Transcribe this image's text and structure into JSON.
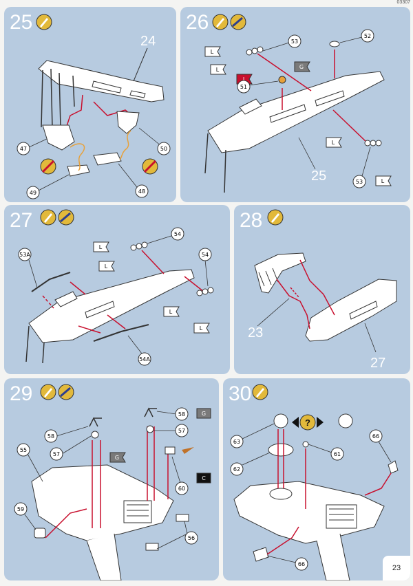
{
  "page": {
    "code": "03307",
    "number": "23"
  },
  "panels": [
    {
      "step": "25",
      "labels": [
        "24",
        "47",
        "48",
        "49",
        "50"
      ],
      "flags": []
    },
    {
      "step": "26",
      "labels": [
        "53",
        "52",
        "51",
        "25",
        "53"
      ],
      "flags": [
        "L",
        "L",
        "I",
        "G",
        "L",
        "L"
      ]
    },
    {
      "step": "27",
      "labels": [
        "53A",
        "54",
        "54",
        "54A"
      ],
      "flags": [
        "L",
        "L",
        "L",
        "L"
      ]
    },
    {
      "step": "28",
      "labels": [
        "23",
        "27"
      ],
      "flags": []
    },
    {
      "step": "29",
      "labels": [
        "58",
        "57",
        "55",
        "59",
        "58",
        "57",
        "60",
        "56"
      ],
      "flags": [
        "G",
        "G",
        "C"
      ]
    },
    {
      "step": "30",
      "labels": [
        "63",
        "61",
        "62",
        "66",
        "66"
      ],
      "flags": []
    }
  ],
  "colors": {
    "panel": "#b7cbe0",
    "paint_red": "#c8102e",
    "glue_orange": "#e8a13a",
    "badge": "#e2b93b"
  }
}
